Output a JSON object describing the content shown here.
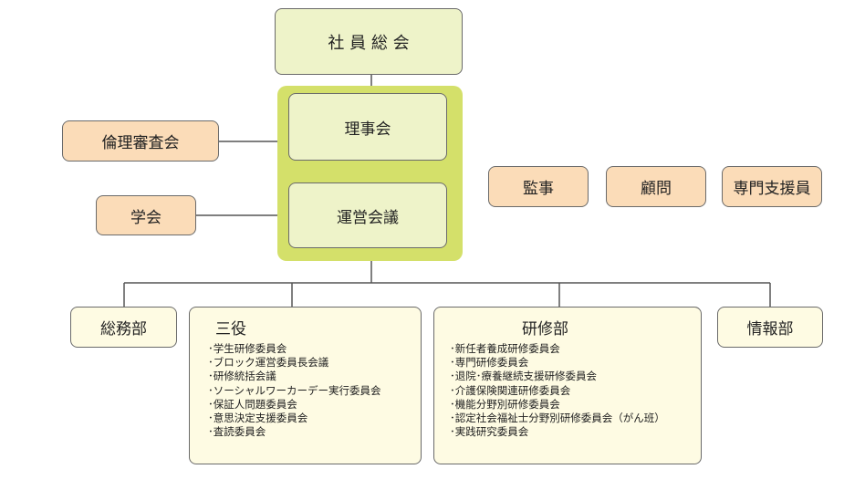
{
  "colors": {
    "top_green": "#eef3c9",
    "highlight": "#d4e06a",
    "side_orange": "#fbdcb8",
    "dept_cream": "#fefbe3",
    "border": "#6a6a6a"
  },
  "top": {
    "general_assembly": "社 員 総 会",
    "board": "理事会",
    "steering": "運営会議"
  },
  "side": {
    "ethics": "倫理審査会",
    "society": "学会",
    "auditor": "監事",
    "advisor": "顧問",
    "specialist": "専門支援員"
  },
  "departments": {
    "general_affairs": "総務部",
    "sanyaku": {
      "title": "三役",
      "items": [
        "･学生研修委員会",
        "･ブロック運営委員長会議",
        "･研修統括会議",
        "･ソーシャルワーカーデー実行委員会",
        "･保証人問題委員会",
        "･意思決定支援委員会",
        "･査読委員会"
      ]
    },
    "training": {
      "title": "研修部",
      "items": [
        "･新任者養成研修委員会",
        "･専門研修委員会",
        "･退院･療養継続支援研修委員会",
        "･介護保険関連研修委員会",
        "･機能分野別研修委員会",
        "･認定社会福祉士分野別研修委員会（がん班）",
        "･実践研究委員会"
      ]
    },
    "information": "情報部"
  }
}
